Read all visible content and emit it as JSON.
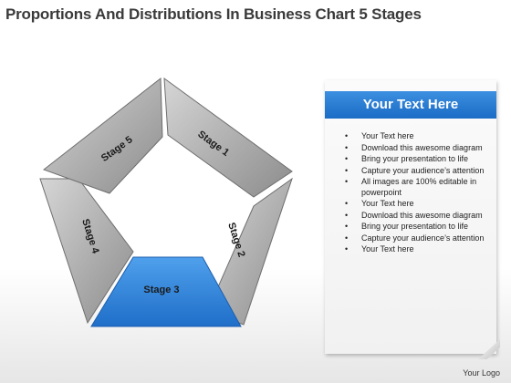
{
  "title": "Proportions And Distributions In Business Chart 5 Stages",
  "diagram": {
    "stages": [
      {
        "label": "Stage 1",
        "color": "#a7a7a7",
        "highlighted": false
      },
      {
        "label": "Stage 2",
        "color": "#a7a7a7",
        "highlighted": false
      },
      {
        "label": "Stage 3",
        "color": "#2f7ed8",
        "highlighted": true
      },
      {
        "label": "Stage 4",
        "color": "#a7a7a7",
        "highlighted": false
      },
      {
        "label": "Stage 5",
        "color": "#a7a7a7",
        "highlighted": false
      }
    ]
  },
  "text_box": {
    "header": "Your Text Here",
    "header_color": "#1a6cc6",
    "bullets": [
      "Your Text here",
      "Download this awesome diagram",
      "Bring your presentation to life",
      "Capture your audience’s attention",
      "All images are 100% editable in powerpoint",
      "Your Text here",
      "Download this awesome diagram",
      "Bring your presentation to life",
      "Capture your audience’s attention",
      "Your Text here"
    ]
  },
  "logo": "Your Logo"
}
